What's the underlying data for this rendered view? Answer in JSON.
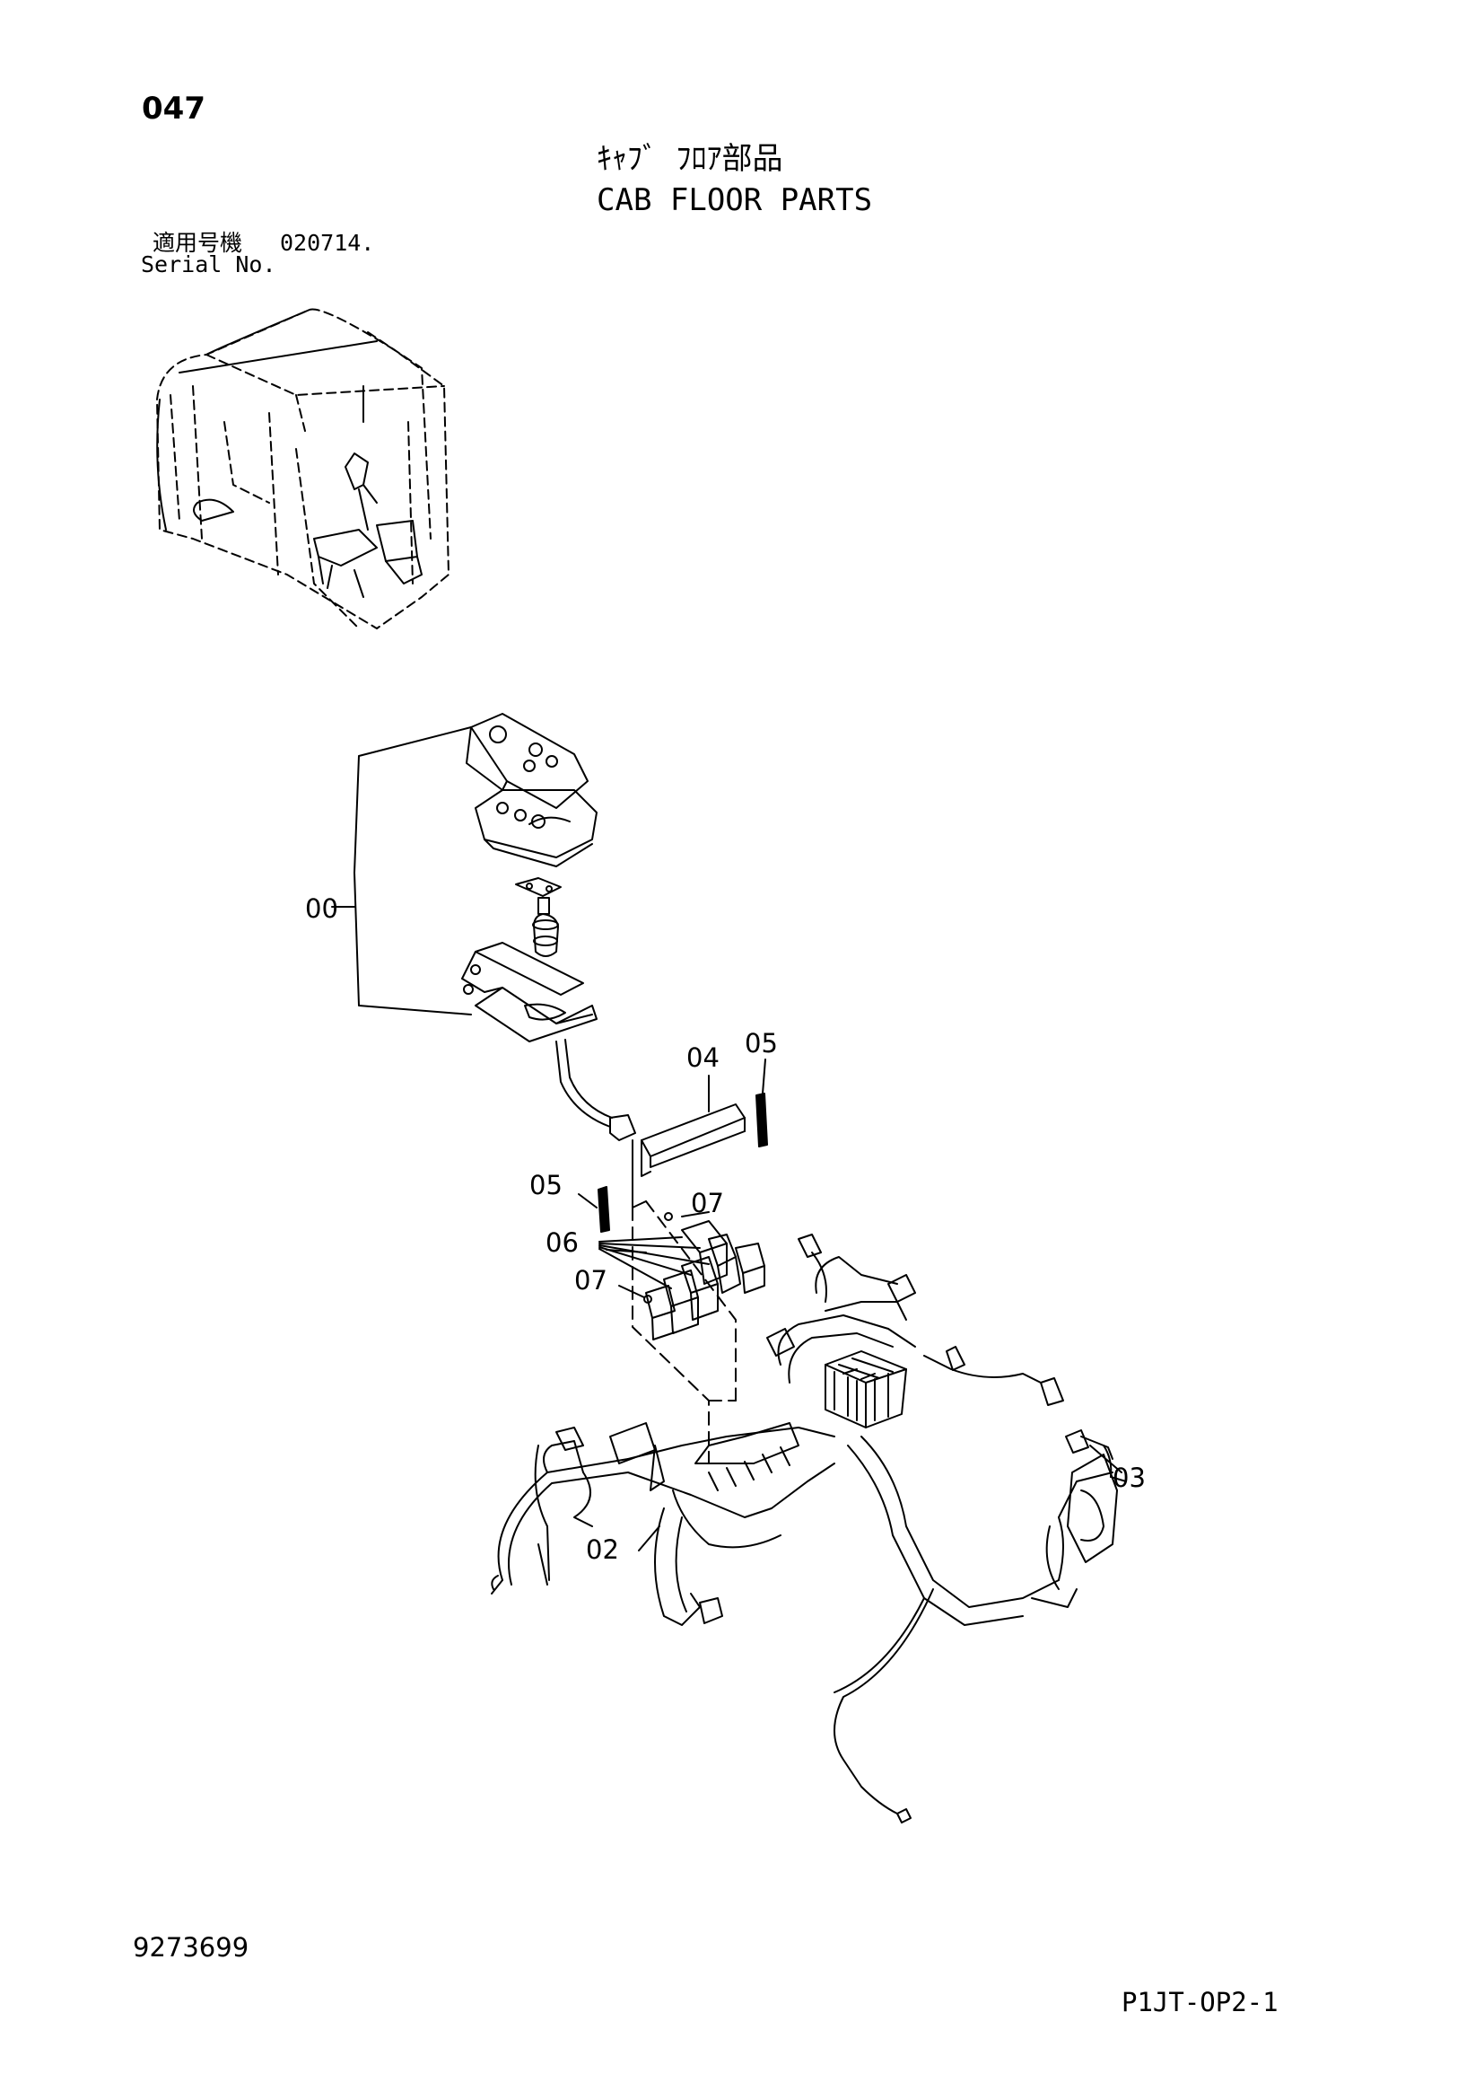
{
  "header": {
    "page_number": "047",
    "title_jp": "ｷｬﾌﾞ ﾌﾛｱ部品",
    "title_en": "CAB FLOOR PARTS",
    "serial_label_jp": "適用号機",
    "serial_value": "020714.",
    "serial_label_en": "Serial No."
  },
  "callouts": {
    "c00": "00",
    "c02": "02",
    "c03": "03",
    "c04": "04",
    "c05_right": "05",
    "c05_left": "05",
    "c06": "06",
    "c07_upper": "07",
    "c07_lower": "07"
  },
  "footer": {
    "document_number": "9273699",
    "sheet_code": "P1JT-OP2-1"
  }
}
